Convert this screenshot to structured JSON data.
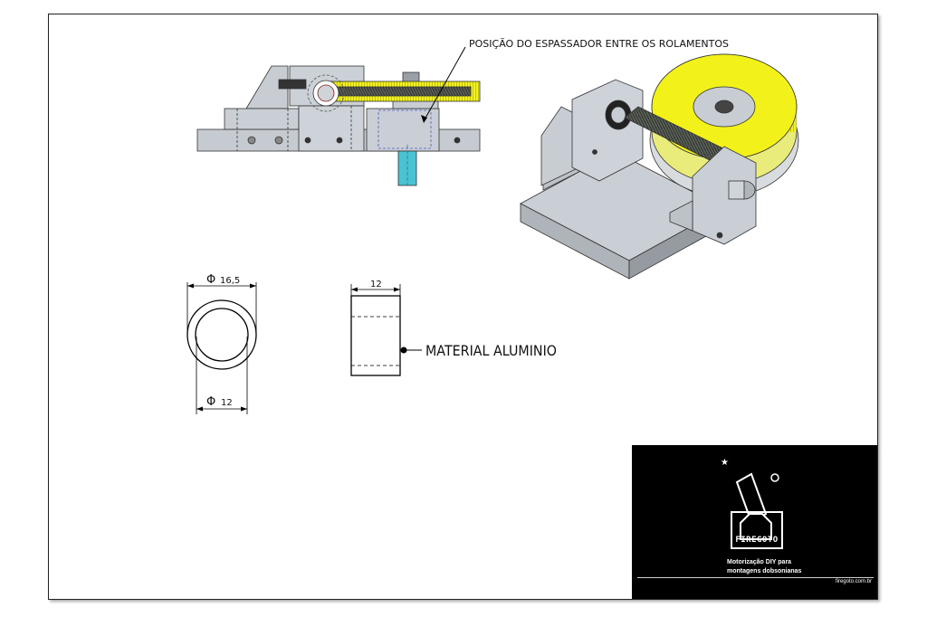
{
  "annotations": {
    "spacer_position": "POSIÇÃO DO ESPASSADOR ENTRE OS ROLAMENTOS",
    "material": "MATERIAL ALUMINIO"
  },
  "dimensions": {
    "outer_diameter_symbol": "Φ",
    "outer_diameter": "16,5",
    "inner_diameter_symbol": "Φ",
    "inner_diameter": "12",
    "length": "12"
  },
  "brand": {
    "name": "FIREGOTO",
    "tagline_line1": "Motorização DIY para",
    "tagline_line2": "montagens dobsonianas",
    "url": "firegoto.com.br"
  },
  "colors": {
    "gear_yellow": "#f2f21a",
    "part_gray": "#c7cdd2",
    "shaft_cyan": "#49c3d3",
    "brand_bg": "#000000"
  }
}
